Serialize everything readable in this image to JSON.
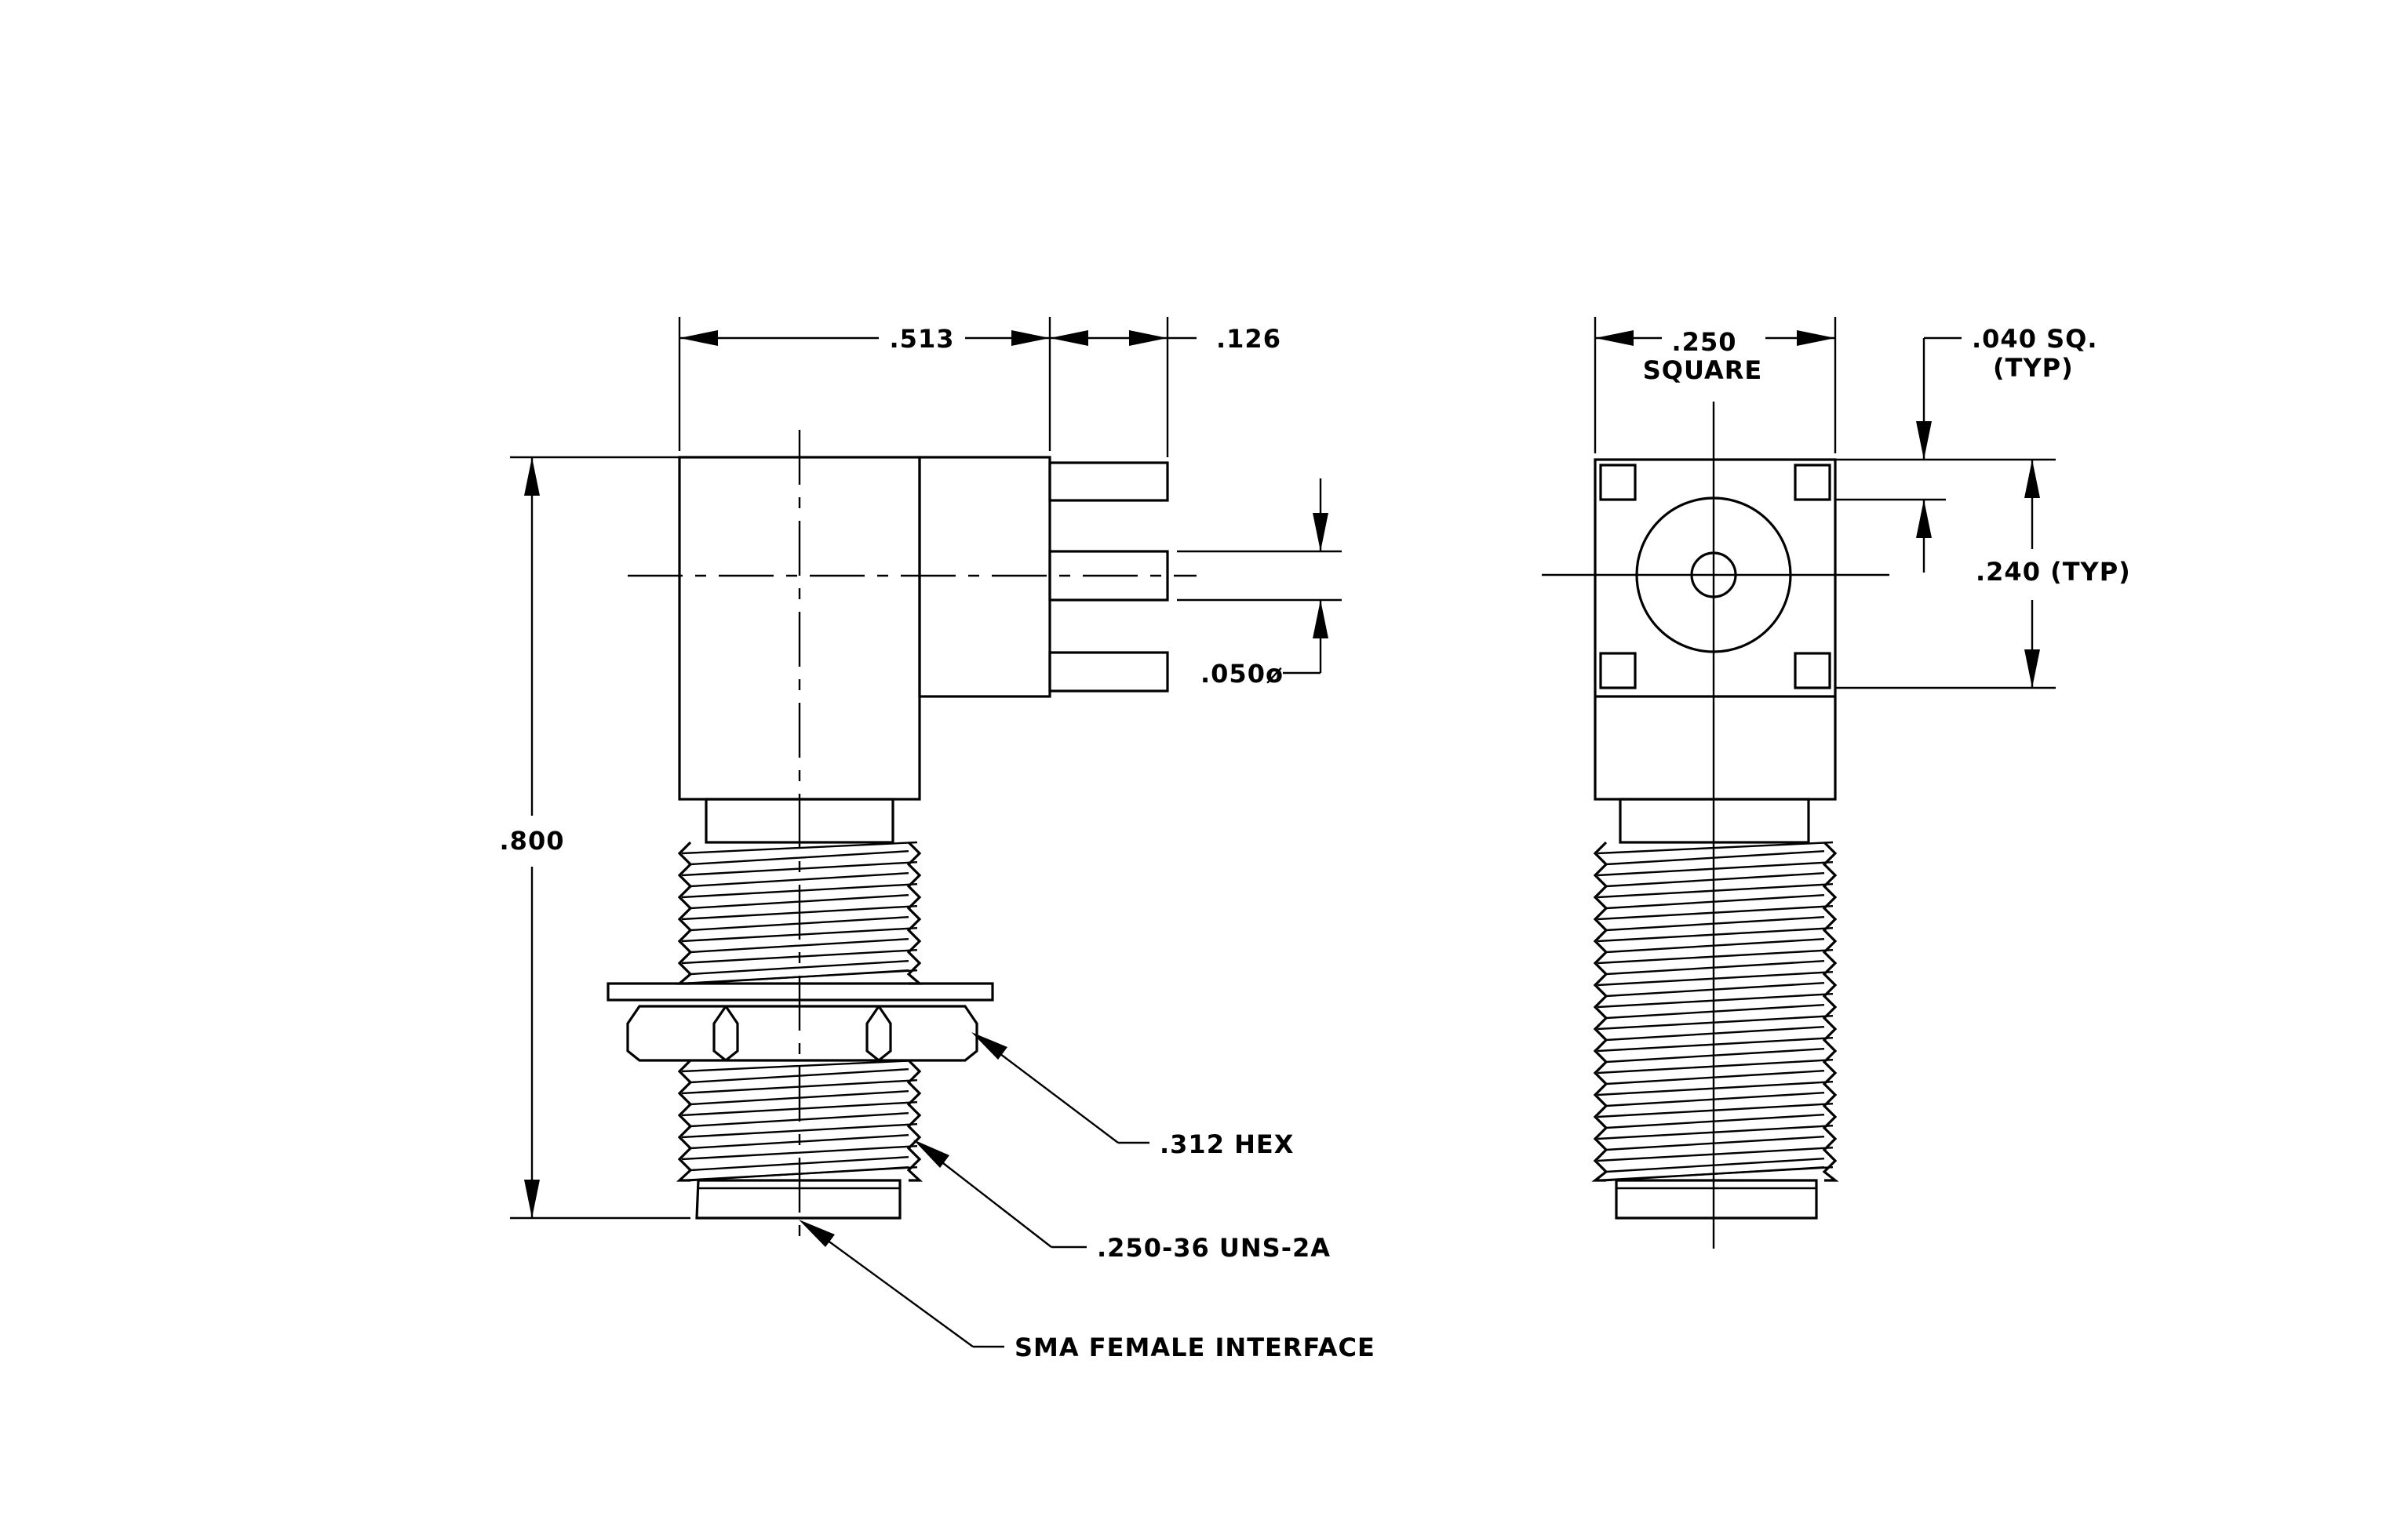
{
  "labels": {
    "dim_513": ".513",
    "dim_126": ".126",
    "dim_800": ".800",
    "dim_050": ".050ø",
    "hex": ".312 HEX",
    "thread": ".250-36 UNS-2A",
    "interface": "SMA FEMALE INTERFACE",
    "dim_250": ".250",
    "square": "SQUARE",
    "pad_size": ".040 SQ.",
    "pad_typ": "(TYP)",
    "pitch": ".240 (TYP)"
  }
}
